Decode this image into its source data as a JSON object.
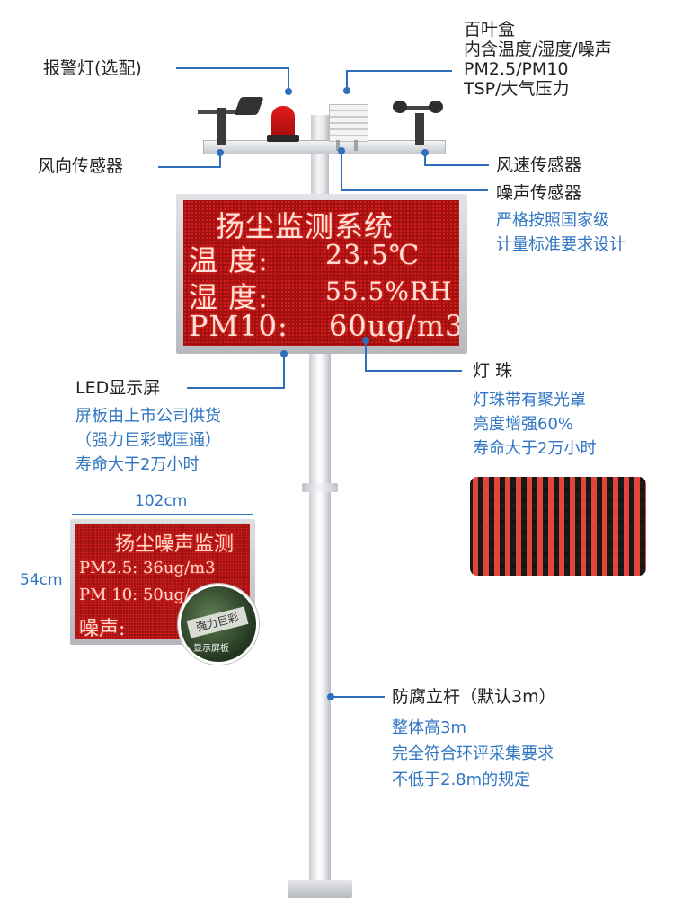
{
  "labels": {
    "alarm_light": "报警灯(选配)",
    "louver_box": [
      "百叶盒",
      "内含温度/湿度/噪声",
      "PM2.5/PM10",
      "TSP/大气压力"
    ],
    "wind_direction": "风向传感器",
    "wind_speed": "风速传感器",
    "noise_sensor": "噪声传感器",
    "noise_note": [
      "严格按照国家级",
      "计量标准要求设计"
    ],
    "led_screen": "LED显示屏",
    "led_note": [
      "屏板由上市公司供货",
      "（强力巨彩或匡通）",
      "寿命大于2万小时"
    ],
    "lamp_bead": "灯 珠",
    "lamp_note": [
      "灯珠带有聚光罩",
      "亮度增强60%",
      "寿命大于2万小时"
    ],
    "pole": "防腐立杆（默认3m）",
    "pole_note": [
      "整体高3m",
      "完全符合环评采集要求",
      "不低于2.8m的规定"
    ]
  },
  "led_board": {
    "title": "扬尘监测系统",
    "rows": [
      {
        "label": "温 度:",
        "value": "23.5℃"
      },
      {
        "label": "湿 度:",
        "value": "55.5%RH"
      },
      {
        "label": "PM10:",
        "value": "60ug/m3"
      }
    ]
  },
  "small_board": {
    "width_label": "102cm",
    "height_label": "54cm",
    "title": "扬尘噪声监测",
    "rows": [
      "PM2.5: 36ug/m3",
      "PM 10: 50ug/m3",
      "噪声: "
    ],
    "chip_text": "强力巨彩",
    "circuit_label": "显示屏板"
  },
  "colors": {
    "accent_blue": "#2f75c2",
    "led_red": "#a31010",
    "alarm_red": "#e21d1d"
  }
}
